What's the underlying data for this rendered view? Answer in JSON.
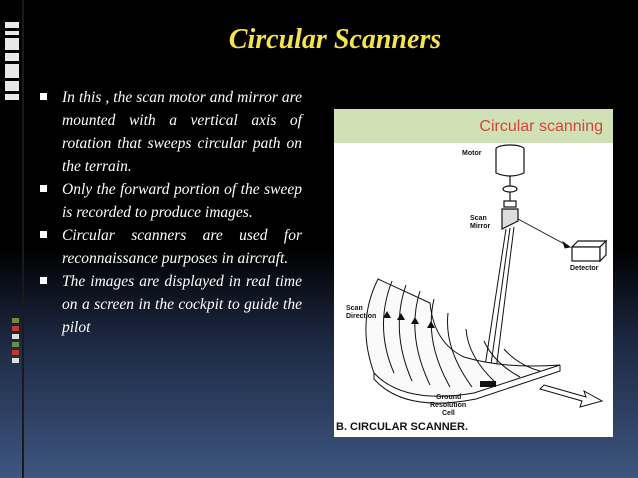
{
  "slide": {
    "title": "Circular Scanners",
    "bullets": [
      "In this , the scan motor and mirror are mounted with a vertical axis of rotation that sweeps circular path on the terrain.",
      "Only the forward portion of the sweep is recorded to produce images.",
      "Circular scanners are used for reconnaissance purposes in aircraft.",
      "The images are displayed in real time on a screen in the cockpit to guide the pilot"
    ]
  },
  "figure": {
    "heading": "Circular scanning",
    "labels": {
      "motor": "Motor",
      "scan_mirror_1": "Scan",
      "scan_mirror_2": "Mirror",
      "detector": "Detector",
      "scan_direction_1": "Scan",
      "scan_direction_2": "Direction",
      "ground_1": "Ground",
      "ground_2": "Resolution",
      "ground_3": "Cell"
    },
    "caption": "B. CIRCULAR SCANNER.",
    "colors": {
      "header_bg": "#d0e1b6",
      "header_text": "#d1463c"
    }
  },
  "theme": {
    "title_color": "#f6e24a",
    "text_color": "#ffffff"
  }
}
